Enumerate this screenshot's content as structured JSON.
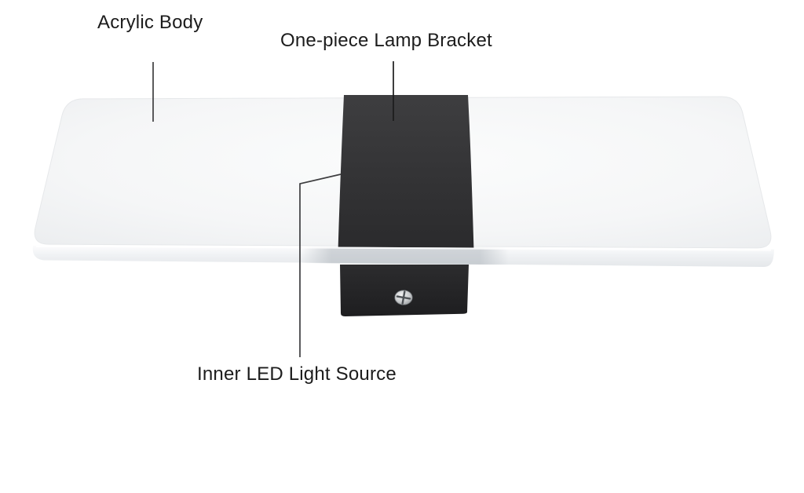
{
  "annotations": [
    {
      "id": "acrylic-body",
      "label": "Acrylic Body"
    },
    {
      "id": "lamp-bracket",
      "label": "One-piece Lamp Bracket"
    },
    {
      "id": "led-source",
      "label": "Inner LED Light Source"
    }
  ],
  "colors": {
    "background": "#ffffff",
    "panel": "#f6f7f8",
    "panel_edge_strip": "#d8dce0",
    "bracket": "#323234",
    "screw": "#c9cbcd",
    "label_text": "#1c1c1c",
    "leader_line": "#3e3e40"
  }
}
